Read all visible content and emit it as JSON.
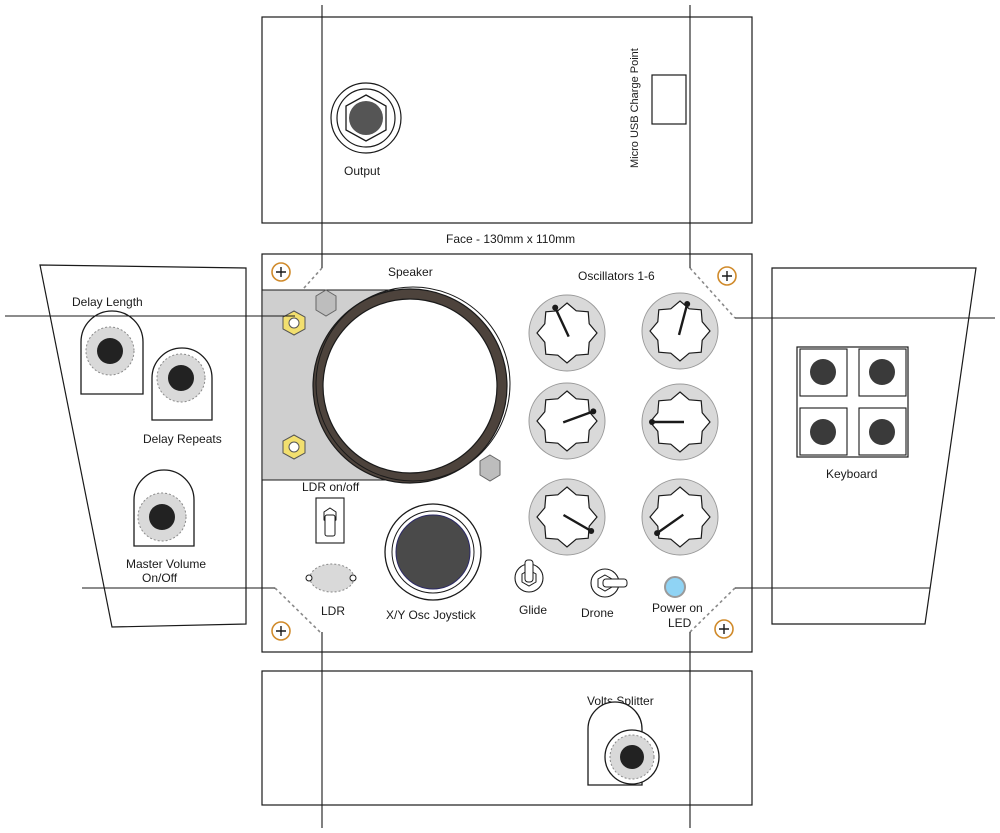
{
  "labels": {
    "output": "Output",
    "micro_usb": "Micro USB Charge Point",
    "face": "Face - 130mm x 110mm",
    "speaker": "Speaker",
    "oscillators": "Oscillators 1-6",
    "delay_length": "Delay Length",
    "delay_repeats": "Delay Repeats",
    "master_volume_line1": "Master Volume",
    "master_volume_line2": "On/Off",
    "ldr_onoff": "LDR on/off",
    "ldr": "LDR",
    "joystick": "X/Y Osc Joystick",
    "glide": "Glide",
    "drone": "Drone",
    "power_led_line1": "Power on",
    "power_led_line2": "LED",
    "keyboard": "Keyboard",
    "volts_splitter": "Volts Splitter"
  },
  "colors": {
    "outline": "#1a1a1a",
    "knob_fill": "#d9d9d9",
    "speaker_ring": "#4d433c",
    "speaker_shadow": "#cfcfcf",
    "led_blue": "#8fd3f4",
    "screw_orange": "#d08a2a",
    "nut_yellow": "#f2df6f",
    "button_dark": "#3a3a3a"
  },
  "icons": {
    "corner_screw": "plus-in-circle",
    "knob": "octagonal-knob",
    "switch": "toggle-switch"
  }
}
